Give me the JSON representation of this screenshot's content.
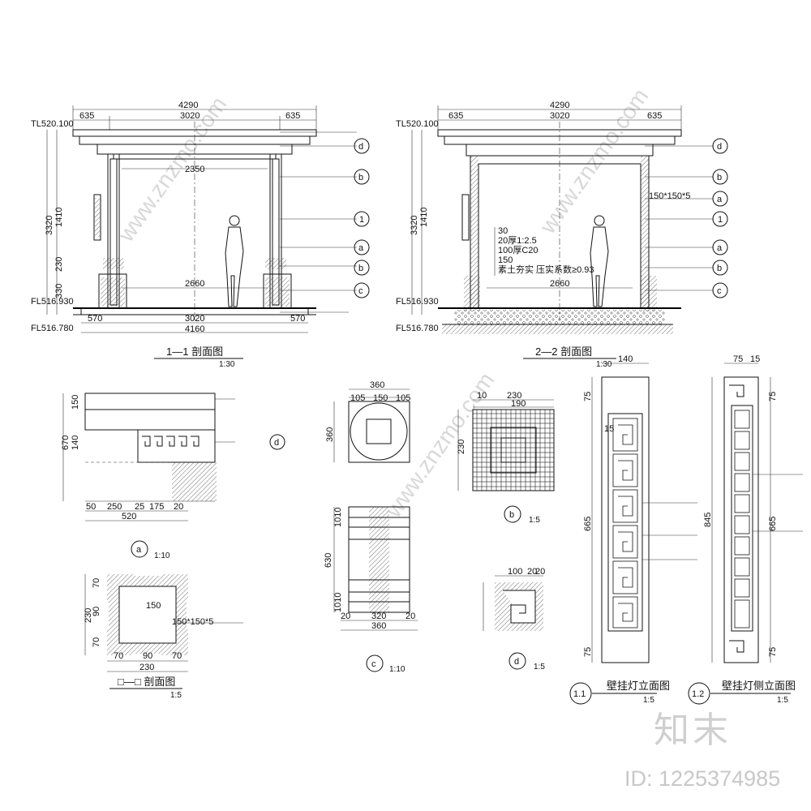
{
  "sections": {
    "s11": {
      "title": "1—1 剖面图",
      "scale": "1:30",
      "top_dims": [
        "4290",
        "635",
        "3020",
        "635"
      ],
      "bottom_dims": [
        "570",
        "3020",
        "570",
        "4160"
      ],
      "inner_dims": [
        "2350",
        "2660"
      ],
      "left_dims": [
        "3320",
        "1410",
        "230",
        "330"
      ],
      "levels": [
        "TL520.100",
        "FL516.930",
        "FL516.780"
      ],
      "tags": [
        "d",
        "b",
        "1",
        "a",
        "b",
        "c"
      ]
    },
    "s22": {
      "title": "2—2 剖面图",
      "scale": "1:30",
      "top_dims": [
        "4290",
        "635",
        "3020",
        "635"
      ],
      "inner_dims": [
        "2660"
      ],
      "notes": [
        "30",
        "20厚1:2.5",
        "100厚C20",
        "150",
        "素土夯实 压实系数≥0.93",
        "150*150*5"
      ],
      "levels": [
        "TL520.100",
        "FL516.930",
        "FL516.780"
      ]
    }
  },
  "details": {
    "a": {
      "tag": "a",
      "scale": "1:10",
      "dims": [
        "670",
        "150",
        "140",
        "50",
        "250",
        "25",
        "175",
        "20",
        "520"
      ]
    },
    "aa": {
      "title": "□—□ 剖面图",
      "scale": "1:5",
      "dims": [
        "230",
        "150",
        "70",
        "90",
        "70",
        "230"
      ],
      "note": "150*150*5"
    },
    "c_plan": {
      "dims": [
        "360",
        "105",
        "150",
        "105",
        "360"
      ]
    },
    "c": {
      "tag": "c",
      "scale": "1:10",
      "dims": [
        "630",
        "1010",
        "20",
        "320",
        "20",
        "360"
      ]
    },
    "b": {
      "tag": "b",
      "scale": "1:5",
      "dims": [
        "230",
        "10",
        "190",
        "230"
      ]
    },
    "d": {
      "tag": "d",
      "scale": "1:5",
      "dims": [
        "100",
        "20",
        "20"
      ]
    },
    "e11": {
      "tag": "1.1",
      "title": "壁挂灯立面图",
      "scale": "1:5",
      "dims": [
        "140",
        "75",
        "665",
        "75",
        "15"
      ]
    },
    "e12": {
      "tag": "1.2",
      "title": "壁挂灯侧立面图",
      "scale": "1:5",
      "dims": [
        "75",
        "15",
        "845",
        "665",
        "75"
      ]
    }
  },
  "watermark": {
    "brand": "知末",
    "id": "ID: 1225374985",
    "site": "www.znzmo.com"
  }
}
